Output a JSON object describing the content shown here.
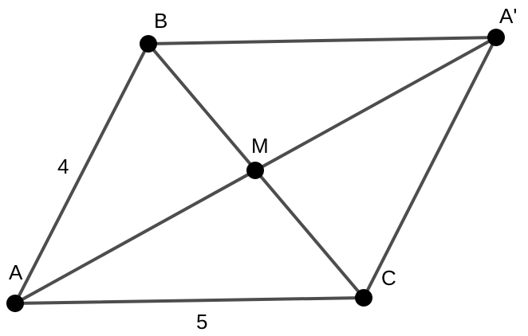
{
  "figure": {
    "points": {
      "A": "A",
      "B": "B",
      "C": "C",
      "M": "M",
      "A_prime": "A'"
    },
    "lengths": {
      "AB": "4",
      "AC": "5"
    },
    "segments": [
      "AB",
      "BA'",
      "A'C",
      "CA",
      "BC",
      "AA'"
    ],
    "colors": {
      "line": "#4d4d4d",
      "point": "#000000",
      "background": "#ffffff"
    }
  }
}
